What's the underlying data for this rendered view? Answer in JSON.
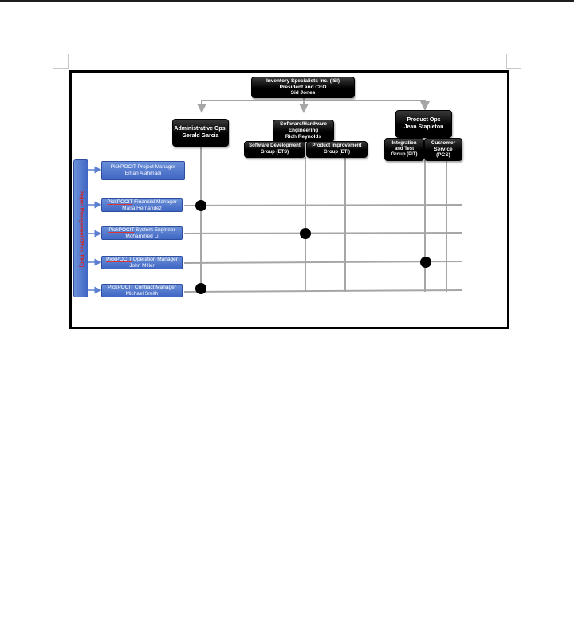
{
  "ceo": {
    "line1": "Inventory Specialists Inc. (ISI)",
    "line2": "President and CEO",
    "line3": "Sid Jones"
  },
  "admin": {
    "line1": "Administrative Ops.",
    "line2": "Gerald Garcia"
  },
  "swhw": {
    "line1": "Software/Hardware",
    "line2": "Engineering",
    "line3": "Rich Reynolds"
  },
  "prodops": {
    "line1": "Product Ops",
    "line2": "Jean Stapleton"
  },
  "ets": {
    "line1": "Software Development",
    "line2": "Group (ETS)"
  },
  "eti": {
    "line1": "Product Improvement",
    "line2": "Group (ETI)"
  },
  "pit": {
    "line1": "Integration",
    "line2": "and Test",
    "line3": "Group (PIT)"
  },
  "pcs": {
    "line1": "Customer",
    "line2": "Service",
    "line3": "(PCS)"
  },
  "pmo": {
    "label": "Project Management Office (PMO)"
  },
  "managers": [
    {
      "title": "PickPOCIT Project Manager",
      "name": "Eman Alahmadi"
    },
    {
      "title_pre": "PickPOCIT",
      "title_rest": " Financial Manager",
      "name": "Maria Hernandez"
    },
    {
      "title_pre": "PickPOCIT",
      "title_rest": " System Engineer",
      "name": "Mohammed Li"
    },
    {
      "title_pre": "PickPOCIT",
      "title_rest": " Operation Manager",
      "name": "John Miller"
    },
    {
      "title": "PickPOCIT Contract Manager",
      "name": "Michael Smith"
    }
  ],
  "colors": {
    "node_fill": "#000000",
    "manager_fill": "#4a72cc",
    "pmo_text": "#d82020",
    "line": "#a6a6a6"
  }
}
